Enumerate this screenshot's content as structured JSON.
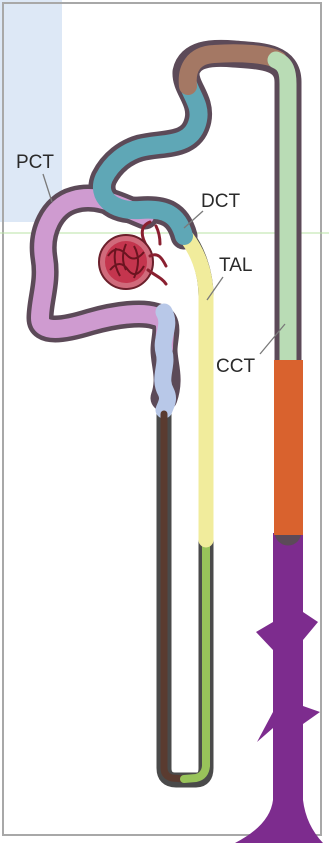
{
  "labels": {
    "pct": "PCT",
    "dct": "DCT",
    "tal": "TAL",
    "cct": "CCT"
  },
  "colors": {
    "pct": "#cf9bd0",
    "proximal_straight": "#b8c8e8",
    "thin_descending": "#5a3b30",
    "thin_ascending": "#98c35a",
    "tal": "#f1ec9c",
    "dct": "#5fa7b6",
    "connecting": "#a47864",
    "cct": "#b9dcb5",
    "omcd": "#d9622e",
    "imcd": "#7d2c8e",
    "glomerulus": "#c4354e",
    "background_tint": "#cfe0f4"
  }
}
